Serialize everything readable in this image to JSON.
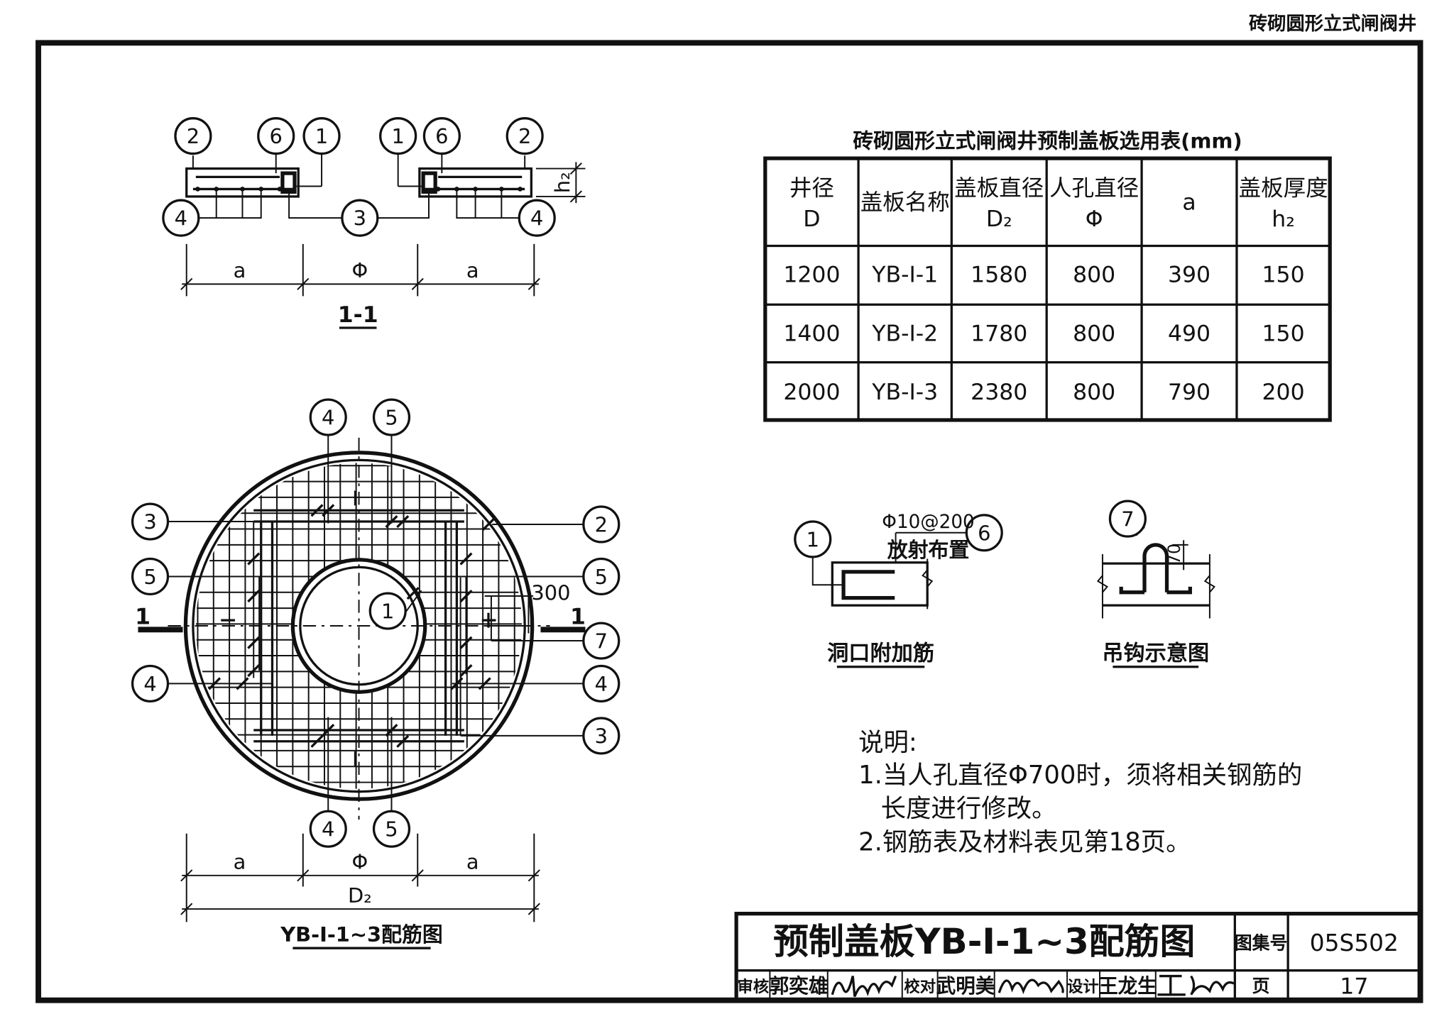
{
  "header": {
    "running_title": "砖砌圆形立式闸阀井"
  },
  "table": {
    "caption": "砖砌圆形立式闸阀井预制盖板选用表(mm)",
    "columns": [
      {
        "line1": "井径",
        "line2": "D"
      },
      {
        "line1": "盖板名称",
        "line2": ""
      },
      {
        "line1": "盖板直径",
        "line2": "D₂"
      },
      {
        "line1": "人孔直径",
        "line2": "Φ"
      },
      {
        "line1": "a",
        "line2": ""
      },
      {
        "line1": "盖板厚度",
        "line2": "h₂"
      }
    ],
    "rows": [
      [
        "1200",
        "YB-Ⅰ-1",
        "1580",
        "800",
        "390",
        "150"
      ],
      [
        "1400",
        "YB-Ⅰ-2",
        "1780",
        "800",
        "490",
        "150"
      ],
      [
        "2000",
        "YB-Ⅰ-3",
        "2380",
        "800",
        "790",
        "200"
      ]
    ]
  },
  "section_view": {
    "title": "1-1",
    "dim_a": "a",
    "dim_phi": "Φ",
    "dim_h2": "h₂",
    "bubbles": [
      "2",
      "6",
      "1",
      "1",
      "6",
      "2",
      "4",
      "3",
      "4"
    ]
  },
  "plan_view": {
    "title": "YB-Ⅰ-1~3配筋图",
    "dim_a": "a",
    "dim_phi": "Φ",
    "dim_d2": "D₂",
    "cut_label": "1",
    "section_mark": "Ⅰ",
    "spacing_note": "300",
    "bubbles_left": [
      "3",
      "5",
      "4"
    ],
    "bubbles_right": [
      "2",
      "5",
      "7",
      "4",
      "3"
    ],
    "bubbles_top": [
      "4",
      "5"
    ],
    "bubbles_bottom": [
      "4",
      "5"
    ],
    "bubble_center": "1"
  },
  "details": {
    "hole_bar": {
      "title": "洞口附加筋",
      "bubble_left": "1",
      "bubble_right": "6",
      "spec": "Φ10@200",
      "spec_note": "放射布置"
    },
    "hook": {
      "title": "吊钩示意图",
      "bubble": "7",
      "dim": "70"
    }
  },
  "notes": {
    "heading": "说明:",
    "line1": "1.当人孔直径Φ700时，须将相关钢筋的",
    "line1b": "长度进行修改。",
    "line2": "2.钢筋表及材料表见第18页。"
  },
  "title_block": {
    "drawing_title": "预制盖板YB-Ⅰ-1~3配筋图",
    "atlas_label": "图集号",
    "atlas_no": "05S502",
    "page_label": "页",
    "page_no": "17",
    "review_label": "审核",
    "review_name": "郭奕雄",
    "check_label": "校对",
    "check_name": "武明美",
    "design_label": "设计",
    "design_name": "王龙生",
    "signatures": [
      "郭奕雄",
      "武明美",
      "王龙生"
    ]
  }
}
